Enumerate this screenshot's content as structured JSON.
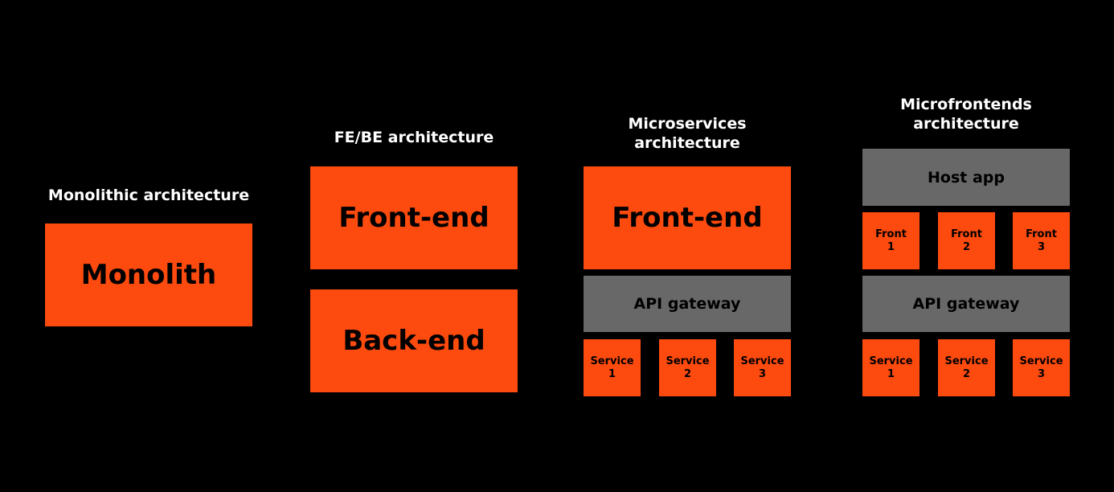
{
  "colors": {
    "background": "#000000",
    "accent": "#fd4a0e",
    "gateway": "#686868",
    "title_text": "#ffffff",
    "box_text": "#000000"
  },
  "monolithic": {
    "title": "Monolithic architecture",
    "box": "Monolith"
  },
  "febe": {
    "title": "FE/BE architecture",
    "frontend": "Front-end",
    "backend": "Back-end"
  },
  "microservices": {
    "title": "Microservices\narchitecture",
    "frontend": "Front-end",
    "gateway": "API gateway",
    "services": [
      "Service\n1",
      "Service\n2",
      "Service\n3"
    ]
  },
  "microfrontends": {
    "title": "Microfrontends\narchitecture",
    "host": "Host app",
    "fronts": [
      "Front\n1",
      "Front\n2",
      "Front\n3"
    ],
    "gateway": "API gateway",
    "services": [
      "Service\n1",
      "Service\n2",
      "Service\n3"
    ]
  }
}
